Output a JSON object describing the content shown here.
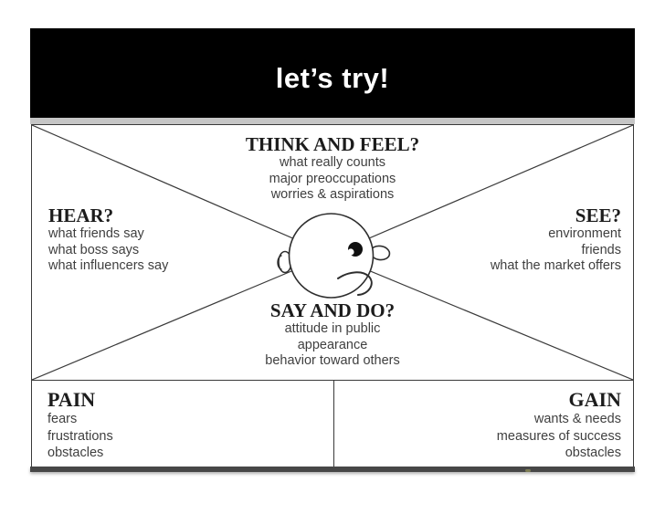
{
  "slide": {
    "title": "let’s try!"
  },
  "empathy_map": {
    "think_feel": {
      "title": "THINK AND FEEL?",
      "items": [
        "what really counts",
        "major preoccupations",
        "worries & aspirations"
      ]
    },
    "hear": {
      "title": "HEAR?",
      "items": [
        "what friends say",
        "what boss says",
        "what influencers say"
      ]
    },
    "see": {
      "title": "SEE?",
      "items": [
        "environment",
        "friends",
        "what the market offers"
      ]
    },
    "say_do": {
      "title": "SAY AND DO?",
      "items": [
        "attitude in public",
        "appearance",
        "behavior toward others"
      ]
    },
    "pain": {
      "title": "PAIN",
      "items": [
        "fears",
        "frustrations",
        "obstacles"
      ]
    },
    "gain": {
      "title": "GAIN",
      "items": [
        "wants & needs",
        "measures of success",
        "obstacles"
      ]
    }
  },
  "colors": {
    "banner_bg": "#000000",
    "banner_text": "#ffffff",
    "line": "#3a3a3a",
    "text": "#3f3f3f",
    "bottom_bar": "#474747"
  }
}
